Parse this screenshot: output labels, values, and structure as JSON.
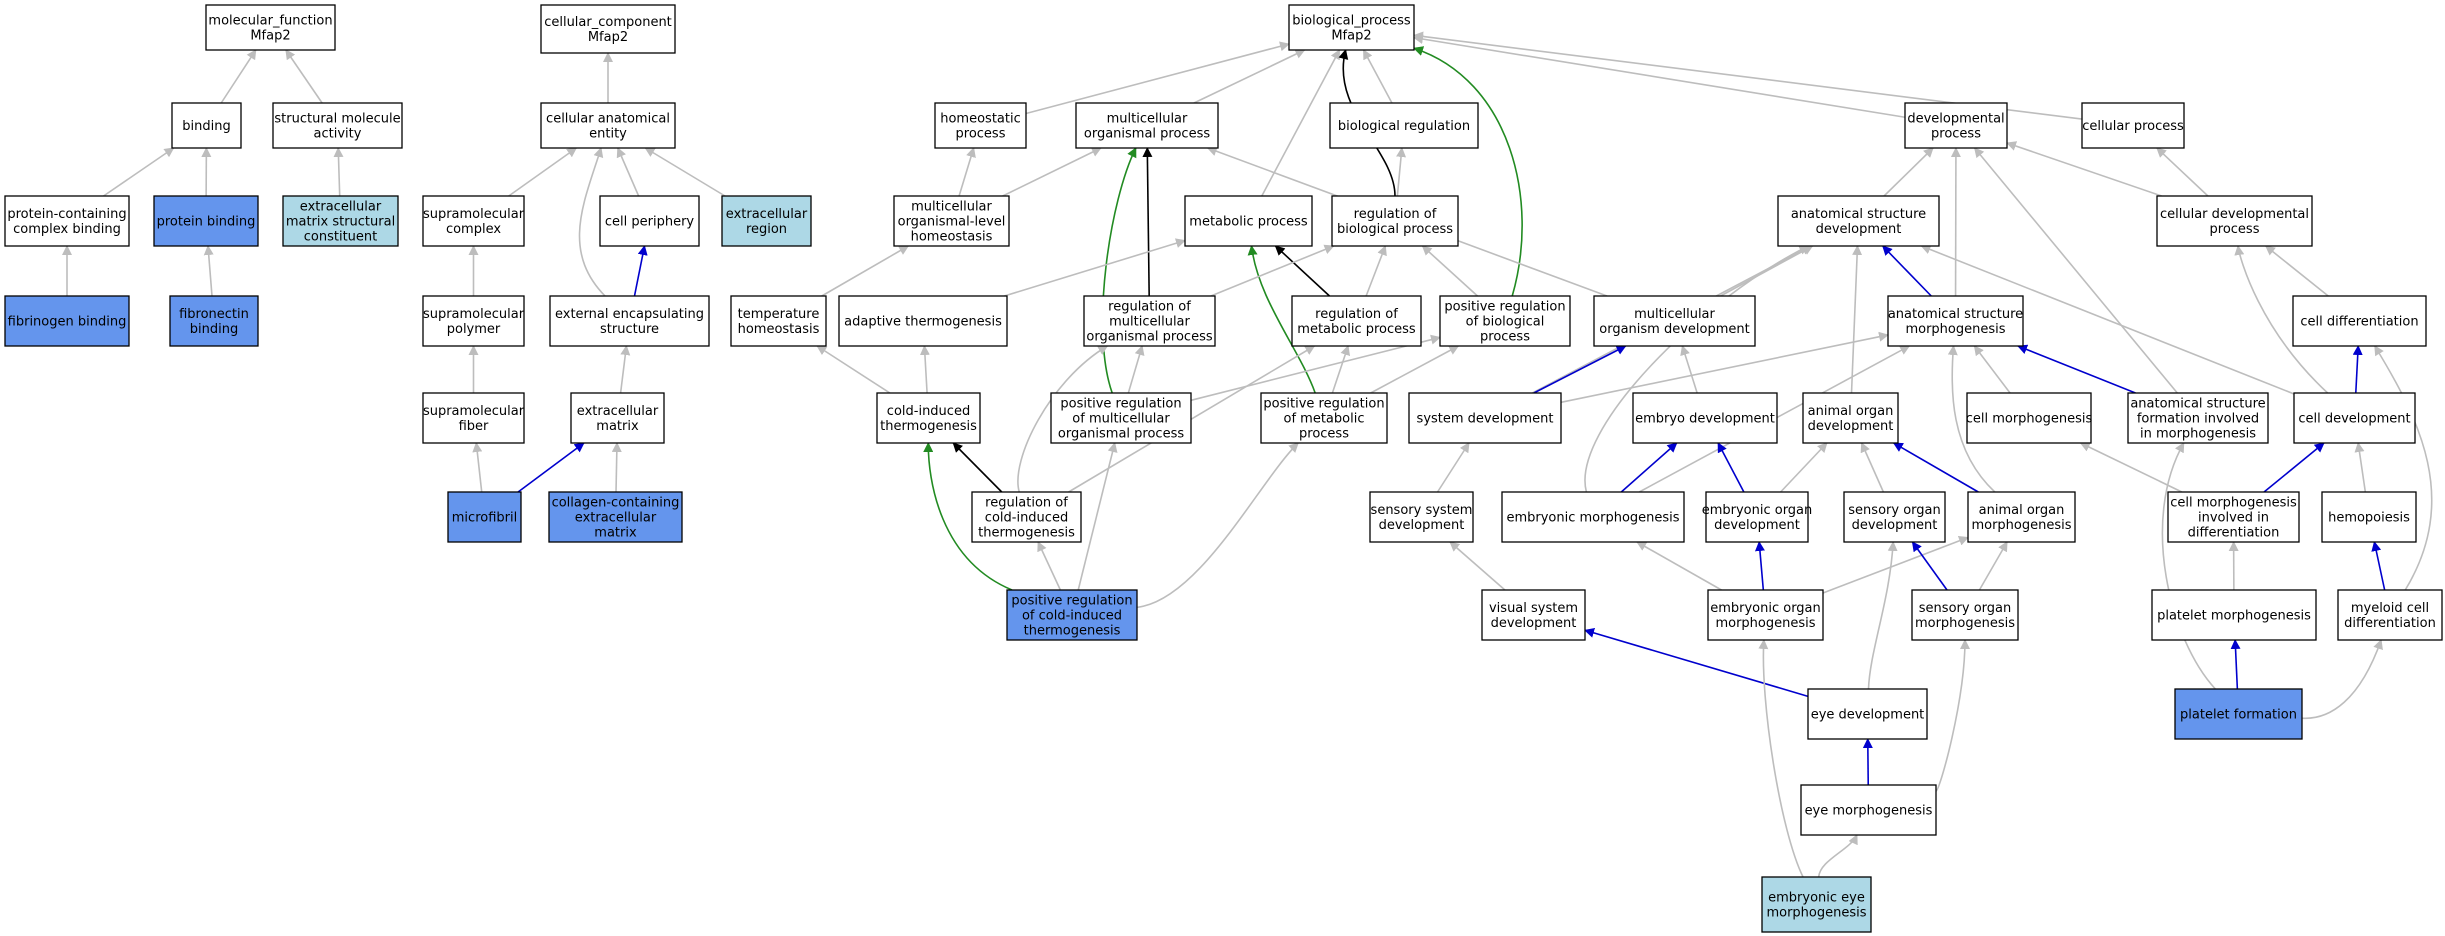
{
  "colors": {
    "default": "#ffffff",
    "query": "#6495ed",
    "light": "#add8e6",
    "edge_is_a": "#bdbdbd",
    "edge_part_of": "#0000cd",
    "edge_regulates": "#000000",
    "edge_positively_regulates": "#228b22"
  },
  "nodes": [
    {
      "id": "mf",
      "lines": [
        "molecular_function",
        "Mfap2"
      ],
      "style": "default"
    },
    {
      "id": "binding",
      "lines": [
        "binding"
      ],
      "style": "default"
    },
    {
      "id": "smact",
      "lines": [
        "structural molecule",
        "activity"
      ],
      "style": "default"
    },
    {
      "id": "pcb",
      "lines": [
        "protein-containing",
        "complex binding"
      ],
      "style": "default"
    },
    {
      "id": "pb",
      "lines": [
        "protein binding"
      ],
      "style": "query"
    },
    {
      "id": "emsc",
      "lines": [
        "extracellular",
        "matrix structural",
        "constituent"
      ],
      "style": "light"
    },
    {
      "id": "fibb",
      "lines": [
        "fibrinogen binding"
      ],
      "style": "query"
    },
    {
      "id": "fnb",
      "lines": [
        "fibronectin",
        "binding"
      ],
      "style": "query"
    },
    {
      "id": "cc",
      "lines": [
        "cellular_component",
        "Mfap2"
      ],
      "style": "default"
    },
    {
      "id": "cae",
      "lines": [
        "cellular anatomical",
        "entity"
      ],
      "style": "default"
    },
    {
      "id": "smc",
      "lines": [
        "supramolecular",
        "complex"
      ],
      "style": "default"
    },
    {
      "id": "cper",
      "lines": [
        "cell periphery"
      ],
      "style": "default"
    },
    {
      "id": "exr",
      "lines": [
        "extracellular",
        "region"
      ],
      "style": "light"
    },
    {
      "id": "smp",
      "lines": [
        "supramolecular",
        "polymer"
      ],
      "style": "default"
    },
    {
      "id": "ees",
      "lines": [
        "external encapsulating",
        "structure"
      ],
      "style": "default"
    },
    {
      "id": "smf",
      "lines": [
        "supramolecular",
        "fiber"
      ],
      "style": "default"
    },
    {
      "id": "ecm",
      "lines": [
        "extracellular",
        "matrix"
      ],
      "style": "default"
    },
    {
      "id": "mfib",
      "lines": [
        "microfibril"
      ],
      "style": "query"
    },
    {
      "id": "ccecm",
      "lines": [
        "collagen-containing",
        "extracellular",
        "matrix"
      ],
      "style": "query"
    },
    {
      "id": "bp",
      "lines": [
        "biological_process",
        "Mfap2"
      ],
      "style": "default"
    },
    {
      "id": "hom",
      "lines": [
        "homeostatic",
        "process"
      ],
      "style": "default"
    },
    {
      "id": "mop",
      "lines": [
        "multicellular",
        "organismal process"
      ],
      "style": "default"
    },
    {
      "id": "breg",
      "lines": [
        "biological regulation"
      ],
      "style": "default"
    },
    {
      "id": "dev",
      "lines": [
        "developmental",
        "process"
      ],
      "style": "default"
    },
    {
      "id": "cellp",
      "lines": [
        "cellular process"
      ],
      "style": "default"
    },
    {
      "id": "mlh",
      "lines": [
        "multicellular",
        "organismal-level",
        "homeostasis"
      ],
      "style": "default"
    },
    {
      "id": "metp",
      "lines": [
        "metabolic process"
      ],
      "style": "default"
    },
    {
      "id": "rbp",
      "lines": [
        "regulation of",
        "biological process"
      ],
      "style": "default"
    },
    {
      "id": "asd",
      "lines": [
        "anatomical structure",
        "development"
      ],
      "style": "default"
    },
    {
      "id": "cdp",
      "lines": [
        "cellular developmental",
        "process"
      ],
      "style": "default"
    },
    {
      "id": "th",
      "lines": [
        "temperature",
        "homeostasis"
      ],
      "style": "default"
    },
    {
      "id": "at",
      "lines": [
        "adaptive thermogenesis"
      ],
      "style": "default"
    },
    {
      "id": "rmop",
      "lines": [
        "regulation of",
        "multicellular",
        "organismal process"
      ],
      "style": "default"
    },
    {
      "id": "rmp",
      "lines": [
        "regulation of",
        "metabolic process"
      ],
      "style": "default"
    },
    {
      "id": "prbp",
      "lines": [
        "positive regulation",
        "of biological",
        "process"
      ],
      "style": "default"
    },
    {
      "id": "mod",
      "lines": [
        "multicellular",
        "organism development"
      ],
      "style": "default"
    },
    {
      "id": "asm",
      "lines": [
        "anatomical structure",
        "morphogenesis"
      ],
      "style": "default"
    },
    {
      "id": "cdiff",
      "lines": [
        "cell differentiation"
      ],
      "style": "default"
    },
    {
      "id": "cit",
      "lines": [
        "cold-induced",
        "thermogenesis"
      ],
      "style": "default"
    },
    {
      "id": "prmop",
      "lines": [
        "positive regulation",
        "of multicellular",
        "organismal process"
      ],
      "style": "default"
    },
    {
      "id": "prmp",
      "lines": [
        "positive regulation",
        "of metabolic",
        "process"
      ],
      "style": "default"
    },
    {
      "id": "sysdev",
      "lines": [
        "system development"
      ],
      "style": "default"
    },
    {
      "id": "embdev",
      "lines": [
        "embryo development"
      ],
      "style": "default"
    },
    {
      "id": "aod",
      "lines": [
        "animal organ",
        "development"
      ],
      "style": "default"
    },
    {
      "id": "cmorph",
      "lines": [
        "cell morphogenesis"
      ],
      "style": "default"
    },
    {
      "id": "asfm",
      "lines": [
        "anatomical structure",
        "formation involved",
        "in morphogenesis"
      ],
      "style": "default"
    },
    {
      "id": "celldev",
      "lines": [
        "cell development"
      ],
      "style": "default"
    },
    {
      "id": "rcit",
      "lines": [
        "regulation of",
        "cold-induced",
        "thermogenesis"
      ],
      "style": "default"
    },
    {
      "id": "ssd",
      "lines": [
        "sensory system",
        "development"
      ],
      "style": "default"
    },
    {
      "id": "embm",
      "lines": [
        "embryonic morphogenesis"
      ],
      "style": "default"
    },
    {
      "id": "eod",
      "lines": [
        "embryonic organ",
        "development"
      ],
      "style": "default"
    },
    {
      "id": "sod",
      "lines": [
        "sensory organ",
        "development"
      ],
      "style": "default"
    },
    {
      "id": "aom",
      "lines": [
        "animal organ",
        "morphogenesis"
      ],
      "style": "default"
    },
    {
      "id": "cmid",
      "lines": [
        "cell morphogenesis",
        "involved in",
        "differentiation"
      ],
      "style": "default"
    },
    {
      "id": "hemo",
      "lines": [
        "hemopoiesis"
      ],
      "style": "default"
    },
    {
      "id": "prcit",
      "lines": [
        "positive regulation",
        "of cold-induced",
        "thermogenesis"
      ],
      "style": "query"
    },
    {
      "id": "vsd",
      "lines": [
        "visual system",
        "development"
      ],
      "style": "default"
    },
    {
      "id": "eom",
      "lines": [
        "embryonic organ",
        "morphogenesis"
      ],
      "style": "default"
    },
    {
      "id": "som",
      "lines": [
        "sensory organ",
        "morphogenesis"
      ],
      "style": "default"
    },
    {
      "id": "pm",
      "lines": [
        "platelet morphogenesis"
      ],
      "style": "default"
    },
    {
      "id": "mcd",
      "lines": [
        "myeloid cell",
        "differentiation"
      ],
      "style": "default"
    },
    {
      "id": "eyedev",
      "lines": [
        "eye development"
      ],
      "style": "default"
    },
    {
      "id": "pf",
      "lines": [
        "platelet formation"
      ],
      "style": "query"
    },
    {
      "id": "eyem",
      "lines": [
        "eye morphogenesis"
      ],
      "style": "default"
    },
    {
      "id": "eem",
      "lines": [
        "embryonic eye",
        "morphogenesis"
      ],
      "style": "light"
    }
  ],
  "edges": [
    {
      "from": "binding",
      "to": "mf",
      "type": "is_a"
    },
    {
      "from": "smact",
      "to": "mf",
      "type": "is_a"
    },
    {
      "from": "pcb",
      "to": "binding",
      "type": "is_a"
    },
    {
      "from": "pb",
      "to": "binding",
      "type": "is_a"
    },
    {
      "from": "emsc",
      "to": "smact",
      "type": "is_a"
    },
    {
      "from": "fnb",
      "to": "pb",
      "type": "is_a"
    },
    {
      "from": "fibb",
      "to": "pcb",
      "type": "is_a"
    },
    {
      "from": "cae",
      "to": "cc",
      "type": "is_a"
    },
    {
      "from": "smc",
      "to": "cae",
      "type": "is_a"
    },
    {
      "from": "cper",
      "to": "cae",
      "type": "is_a"
    },
    {
      "from": "exr",
      "to": "cae",
      "type": "is_a"
    },
    {
      "from": "ees",
      "to": "cae",
      "type": "is_a"
    },
    {
      "from": "smp",
      "to": "smc",
      "type": "is_a"
    },
    {
      "from": "ees",
      "to": "cper",
      "type": "part_of"
    },
    {
      "from": "smf",
      "to": "smp",
      "type": "is_a"
    },
    {
      "from": "ecm",
      "to": "ees",
      "type": "is_a"
    },
    {
      "from": "mfib",
      "to": "smf",
      "type": "is_a"
    },
    {
      "from": "mfib",
      "to": "ecm",
      "type": "part_of"
    },
    {
      "from": "ccecm",
      "to": "ecm",
      "type": "is_a"
    },
    {
      "from": "hom",
      "to": "bp",
      "type": "is_a"
    },
    {
      "from": "mop",
      "to": "bp",
      "type": "is_a"
    },
    {
      "from": "breg",
      "to": "bp",
      "type": "is_a"
    },
    {
      "from": "dev",
      "to": "bp",
      "type": "is_a"
    },
    {
      "from": "cellp",
      "to": "bp",
      "type": "is_a"
    },
    {
      "from": "metp",
      "to": "bp",
      "type": "is_a"
    },
    {
      "from": "rbp",
      "to": "bp",
      "type": "regulates"
    },
    {
      "from": "prbp",
      "to": "bp",
      "type": "positively_regulates"
    },
    {
      "from": "mlh",
      "to": "hom",
      "type": "is_a"
    },
    {
      "from": "mlh",
      "to": "mop",
      "type": "is_a"
    },
    {
      "from": "mod",
      "to": "mop",
      "type": "is_a"
    },
    {
      "from": "rmop",
      "to": "mop",
      "type": "regulates"
    },
    {
      "from": "prmop",
      "to": "mop",
      "type": "positively_regulates"
    },
    {
      "from": "rbp",
      "to": "breg",
      "type": "is_a"
    },
    {
      "from": "asd",
      "to": "dev",
      "type": "is_a"
    },
    {
      "from": "cdp",
      "to": "dev",
      "type": "is_a"
    },
    {
      "from": "asm",
      "to": "dev",
      "type": "is_a"
    },
    {
      "from": "asfm",
      "to": "dev",
      "type": "is_a"
    },
    {
      "from": "cdp",
      "to": "cellp",
      "type": "is_a"
    },
    {
      "from": "th",
      "to": "mlh",
      "type": "is_a"
    },
    {
      "from": "at",
      "to": "metp",
      "type": "is_a"
    },
    {
      "from": "rmp",
      "to": "metp",
      "type": "regulates"
    },
    {
      "from": "prmp",
      "to": "metp",
      "type": "positively_regulates"
    },
    {
      "from": "rmop",
      "to": "rbp",
      "type": "is_a"
    },
    {
      "from": "rmp",
      "to": "rbp",
      "type": "is_a"
    },
    {
      "from": "prbp",
      "to": "rbp",
      "type": "is_a"
    },
    {
      "from": "mod",
      "to": "asd",
      "type": "is_a"
    },
    {
      "from": "asm",
      "to": "asd",
      "type": "part_of"
    },
    {
      "from": "aod",
      "to": "asd",
      "type": "is_a"
    },
    {
      "from": "sysdev",
      "to": "asd",
      "type": "is_a"
    },
    {
      "from": "celldev",
      "to": "asd",
      "type": "is_a"
    },
    {
      "from": "embm",
      "to": "asd",
      "type": "is_a"
    },
    {
      "from": "cdiff",
      "to": "cdp",
      "type": "is_a"
    },
    {
      "from": "celldev",
      "to": "cdp",
      "type": "is_a"
    },
    {
      "from": "cit",
      "to": "th",
      "type": "is_a"
    },
    {
      "from": "cit",
      "to": "at",
      "type": "is_a"
    },
    {
      "from": "prmop",
      "to": "rmop",
      "type": "is_a"
    },
    {
      "from": "prmp",
      "to": "rmp",
      "type": "is_a"
    },
    {
      "from": "rcit",
      "to": "rmp",
      "type": "is_a"
    },
    {
      "from": "prmp",
      "to": "prbp",
      "type": "is_a"
    },
    {
      "from": "prmop",
      "to": "prbp",
      "type": "is_a"
    },
    {
      "from": "sysdev",
      "to": "mod",
      "type": "part_of"
    },
    {
      "from": "embdev",
      "to": "mod",
      "type": "is_a"
    },
    {
      "from": "asfm",
      "to": "asm",
      "type": "part_of"
    },
    {
      "from": "cmorph",
      "to": "asm",
      "type": "is_a"
    },
    {
      "from": "aom",
      "to": "asm",
      "type": "is_a"
    },
    {
      "from": "embm",
      "to": "asm",
      "type": "is_a"
    },
    {
      "from": "sysdev",
      "to": "asm",
      "type": "is_a"
    },
    {
      "from": "celldev",
      "to": "cdiff",
      "type": "part_of"
    },
    {
      "from": "mcd",
      "to": "cdiff",
      "type": "is_a"
    },
    {
      "from": "rcit",
      "to": "cit",
      "type": "regulates"
    },
    {
      "from": "prcit",
      "to": "cit",
      "type": "positively_regulates"
    },
    {
      "from": "rcit",
      "to": "rmop",
      "type": "is_a"
    },
    {
      "from": "prcit",
      "to": "rcit",
      "type": "is_a"
    },
    {
      "from": "prcit",
      "to": "prmop",
      "type": "is_a"
    },
    {
      "from": "prcit",
      "to": "prmp",
      "type": "is_a"
    },
    {
      "from": "ssd",
      "to": "sysdev",
      "type": "is_a"
    },
    {
      "from": "embm",
      "to": "embdev",
      "type": "part_of"
    },
    {
      "from": "eod",
      "to": "embdev",
      "type": "part_of"
    },
    {
      "from": "eod",
      "to": "aod",
      "type": "is_a"
    },
    {
      "from": "sod",
      "to": "aod",
      "type": "is_a"
    },
    {
      "from": "aom",
      "to": "aod",
      "type": "part_of"
    },
    {
      "from": "cmid",
      "to": "cmorph",
      "type": "is_a"
    },
    {
      "from": "cmid",
      "to": "celldev",
      "type": "part_of"
    },
    {
      "from": "hemo",
      "to": "celldev",
      "type": "is_a"
    },
    {
      "from": "pf",
      "to": "asfm",
      "type": "is_a"
    },
    {
      "from": "vsd",
      "to": "ssd",
      "type": "is_a"
    },
    {
      "from": "eom",
      "to": "eod",
      "type": "part_of"
    },
    {
      "from": "eom",
      "to": "embm",
      "type": "is_a"
    },
    {
      "from": "eom",
      "to": "aom",
      "type": "is_a"
    },
    {
      "from": "som",
      "to": "sod",
      "type": "part_of"
    },
    {
      "from": "som",
      "to": "aom",
      "type": "is_a"
    },
    {
      "from": "pm",
      "to": "cmid",
      "type": "is_a"
    },
    {
      "from": "mcd",
      "to": "hemo",
      "type": "part_of"
    },
    {
      "from": "eyedev",
      "to": "vsd",
      "type": "part_of"
    },
    {
      "from": "eyedev",
      "to": "sod",
      "type": "is_a"
    },
    {
      "from": "pf",
      "to": "pm",
      "type": "part_of"
    },
    {
      "from": "pf",
      "to": "mcd",
      "type": "is_a"
    },
    {
      "from": "eyem",
      "to": "eyedev",
      "type": "part_of"
    },
    {
      "from": "eyem",
      "to": "som",
      "type": "is_a"
    },
    {
      "from": "eem",
      "to": "eyem",
      "type": "is_a"
    },
    {
      "from": "eem",
      "to": "eom",
      "type": "is_a"
    }
  ]
}
